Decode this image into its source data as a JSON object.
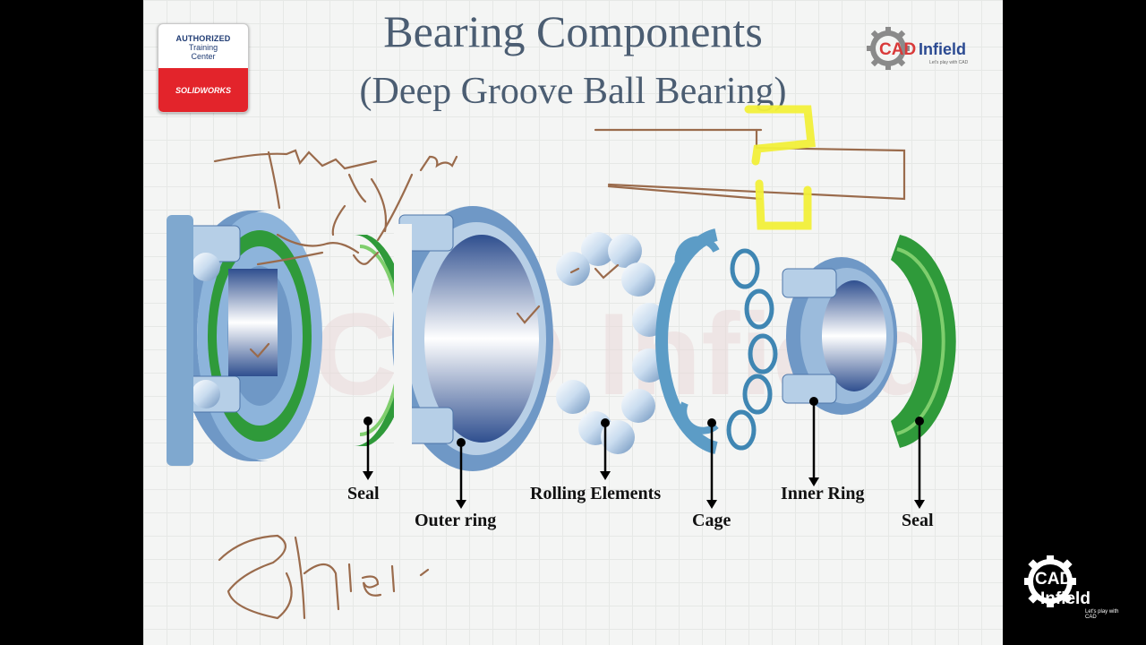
{
  "title": "Bearing Components",
  "subtitle": "(Deep Groove Ball Bearing)",
  "badge": {
    "line1": "AUTHORIZED",
    "line2": "Training",
    "line3": "Center",
    "brand": "SOLIDWORKS"
  },
  "logo": {
    "cad": "CAD",
    "infield": "Infield",
    "tagline": "Let's play with CAD"
  },
  "labels": {
    "seal_left": "Seal",
    "outer_ring": "Outer ring",
    "rolling_elements": "Rolling Elements",
    "cage": "Cage",
    "inner_ring": "Inner Ring",
    "seal_right": "Seal"
  },
  "colors": {
    "ring_blue": "#7fa8cf",
    "ring_dark": "#3b5f9c",
    "seal_green": "#2f9a3a",
    "annotation_brown": "#9a6b4c",
    "highlight_yellow": "#f2f03a",
    "title_color": "#4b5d72"
  }
}
